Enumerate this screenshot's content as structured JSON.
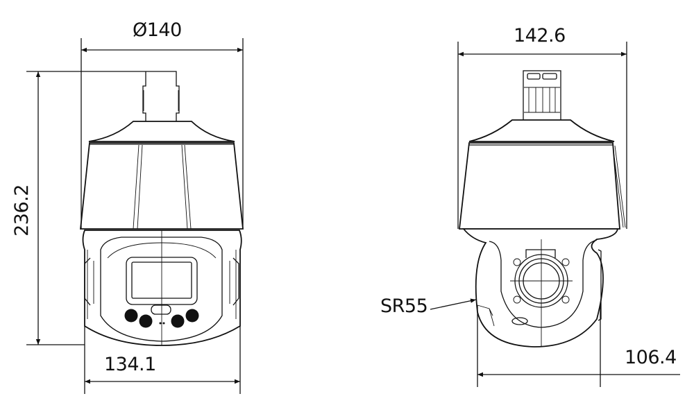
{
  "front_view": {
    "diameter_label": "Ø140",
    "height_label": "236.2",
    "base_width_label": "134.1"
  },
  "side_view": {
    "width_label": "142.6",
    "radius_label": "SR55",
    "base_width_label": "106.4"
  },
  "colors": {
    "line": "#111111",
    "background": "#ffffff"
  }
}
